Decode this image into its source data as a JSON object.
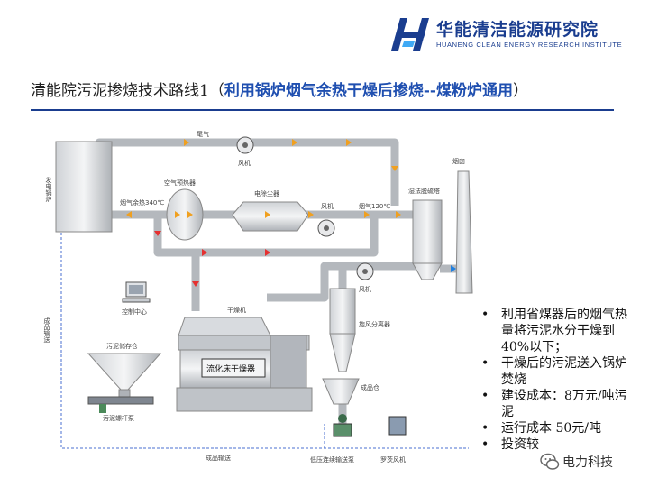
{
  "header": {
    "org_name": "华能清洁能源研究院",
    "org_name_en": "HUANENG CLEAN ENERGY RESEARCH INSTITUTE"
  },
  "title": {
    "main": "清能院污泥掺烧技术路线1（",
    "highlight": "利用锅炉烟气余热干燥后掺烧--煤粉炉通用",
    "close": "）"
  },
  "diagram": {
    "labels": {
      "boiler": "发电锅炉",
      "tail_gas": "尾气",
      "fan_top": "风机",
      "air_preheater": "空气预热器",
      "esp": "电除尘器",
      "fan_mid": "风机",
      "flue_340": "烟气余热340℃",
      "flue_120": "烟气120℃",
      "fgd": "湿法脱硫塔",
      "chimney": "烟囱",
      "fan_low": "风机",
      "control_center": "控制中心",
      "finished_transport_v": "成品输送",
      "sludge_storage": "污泥储存仓",
      "screw_pump": "污泥螺杆泵",
      "dryer": "干燥机",
      "fluid_bed_dryer": "流化床干燥器",
      "cyclone": "旋风分离器",
      "product_bin": "成品仓",
      "finished_transport_h": "成品输送",
      "pneumatic_conveyor": "低压连续输送泵",
      "roots_blower": "罗茨风机"
    }
  },
  "bullets": [
    "利用省煤器后的烟气热量将污泥水分干燥到40%以下；",
    "干燥后的污泥送入锅炉焚烧",
    "建设成本：8万元/吨污泥",
    "运行成本 50元/吨",
    "投资较"
  ],
  "watermark": {
    "text": "电力科技"
  },
  "colors": {
    "brand": "#1a3d8f",
    "title_highlight": "#1f4fb0",
    "pipe": "#b9bcc0",
    "flow_orange": "#f0a020",
    "flow_red": "#e53030",
    "flow_blue": "#2080e0"
  }
}
